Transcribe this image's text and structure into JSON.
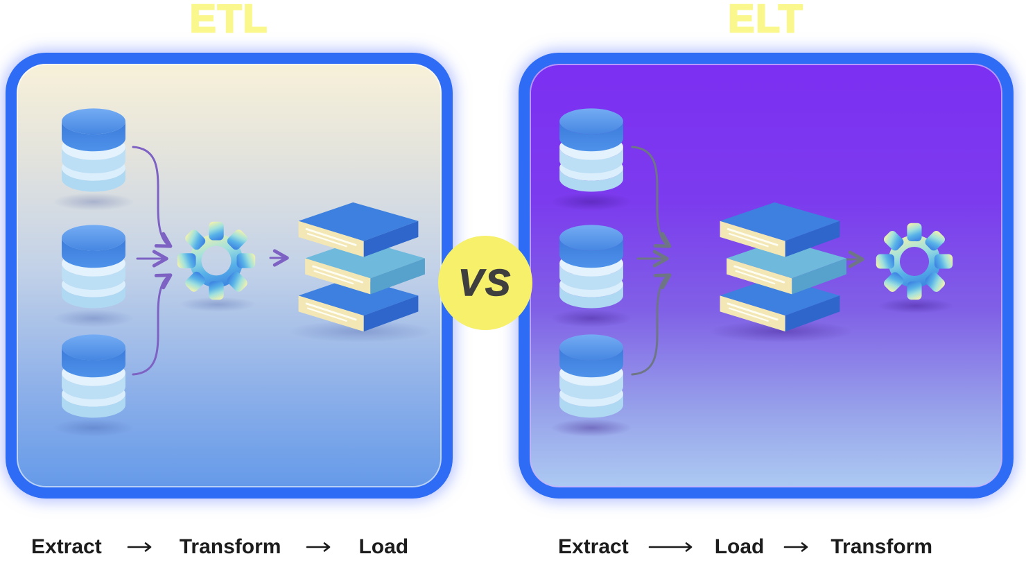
{
  "diagram": {
    "left": {
      "title": "ETL",
      "steps": [
        "Extract",
        "Transform",
        "Load"
      ]
    },
    "right": {
      "title": "ELT",
      "steps": [
        "Extract",
        "Load",
        "Transform"
      ]
    },
    "vs_label": "VS"
  },
  "icons": {
    "left_flow": [
      "database-icon",
      "database-icon",
      "database-icon",
      "gear-icon",
      "data-warehouse-icon"
    ],
    "right_flow": [
      "database-icon",
      "database-icon",
      "database-icon",
      "data-warehouse-icon",
      "gear-icon"
    ],
    "badge": "vs-badge",
    "flow_arrow": "arrow-right-icon"
  },
  "colors": {
    "title_yellow": "#FAF88C",
    "panel_border_blue": "#2E6CF6",
    "left_panel_bg_top": "#F8F1D9",
    "left_panel_bg_bottom": "#659AE9",
    "right_panel_bg_top": "#7C2FF2",
    "right_panel_bg_bottom": "#ACCAF2",
    "left_connector_purple": "#7D62C4",
    "right_connector_gray": "#6E7685",
    "vs_bg_yellow": "#F6F06B",
    "vs_text": "#3F3F3F",
    "caption_text": "#1C1C1C",
    "database_blue": "#4487E2",
    "database_light_blue": "#DBEEFB",
    "stack_top_blue": "#3D80DF",
    "stack_front_cream": "#F4E7B6",
    "gear_gradient_top": "#F2F2AE",
    "gear_gradient_bottom": "#3F87E2"
  }
}
